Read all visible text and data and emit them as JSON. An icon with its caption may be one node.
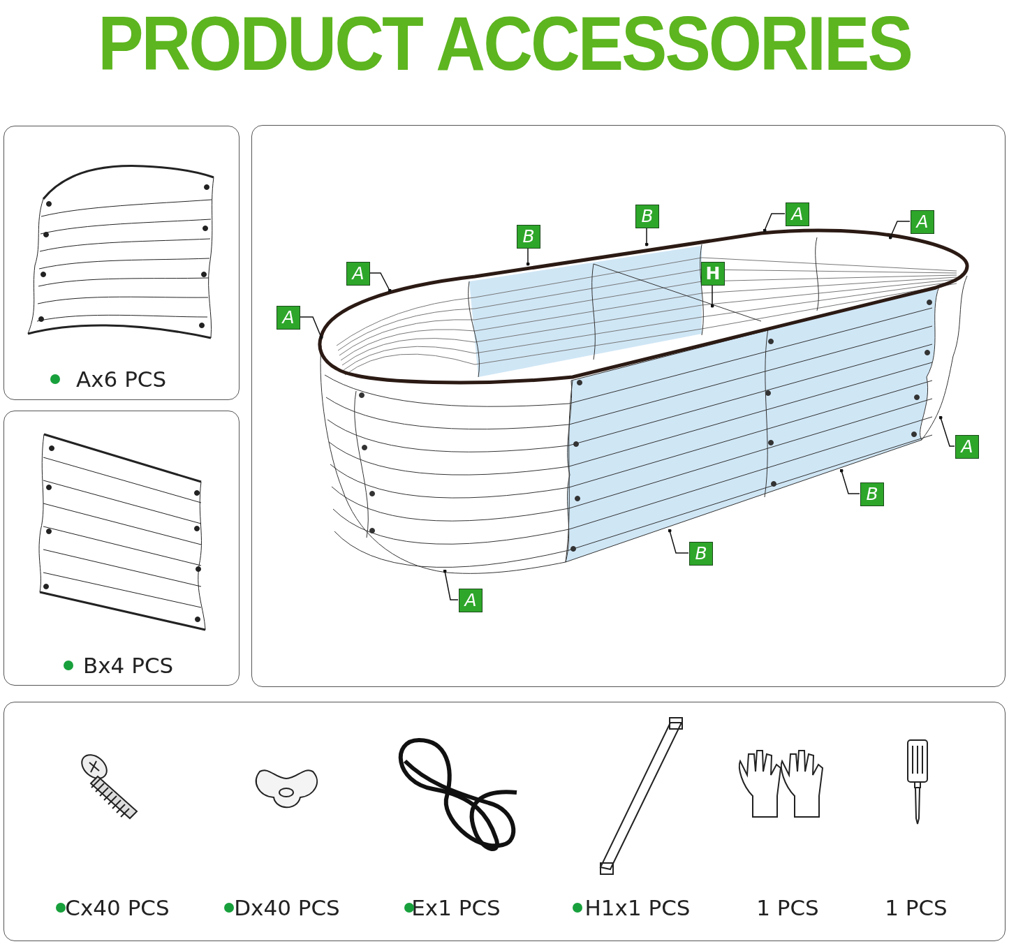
{
  "diagram": {
    "title": "PRODUCT ACCESSORIES",
    "nodes": [
      {
        "text": [
          "Ax6 PCS"
        ]
      },
      {
        "text": [
          "Bx4 PCS"
        ]
      },
      {
        "text": [],
        "shape": "box"
      },
      {
        "text": [
          "Cx40 PCS",
          "Dx40 PCS",
          "Ex1 PCS",
          "H1x1 PCS",
          "1 PCS",
          "1 PCS"
        ]
      },
      {
        "text": [
          "A"
        ],
        "in": 2
      },
      {
        "text": [
          "B"
        ],
        "in": 2
      },
      {
        "text": [
          "A"
        ],
        "in": 2
      },
      {
        "text": [
          "B"
        ],
        "in": 2
      },
      {
        "text": [
          "A"
        ],
        "in": 2
      },
      {
        "text": [
          "H"
        ],
        "in": 2
      },
      {
        "text": [
          "A"
        ],
        "in": 2
      },
      {
        "text": [
          "A"
        ],
        "in": 2
      },
      {
        "text": [
          "B"
        ],
        "in": 2
      },
      {
        "text": [
          "B"
        ],
        "in": 2
      },
      {
        "text": [
          "A"
        ],
        "in": 2
      }
    ],
    "edges": [
      {
        "from": 4,
        "to": null,
        "arrow": "other"
      },
      {
        "from": 5,
        "to": null,
        "arrow": "other"
      },
      {
        "from": 6,
        "to": null,
        "arrow": "other"
      },
      {
        "from": 7,
        "to": null,
        "arrow": "other"
      },
      {
        "from": 8,
        "to": null,
        "arrow": "other"
      },
      {
        "from": 9,
        "to": null,
        "arrow": "other"
      },
      {
        "from": 10,
        "to": null,
        "arrow": "other"
      },
      {
        "from": 11,
        "to": null,
        "arrow": "other"
      },
      {
        "from": 12,
        "to": null,
        "arrow": "other"
      },
      {
        "from": 13,
        "to": null,
        "arrow": "other"
      },
      {
        "from": 14,
        "to": null,
        "arrow": "other"
      }
    ]
  }
}
